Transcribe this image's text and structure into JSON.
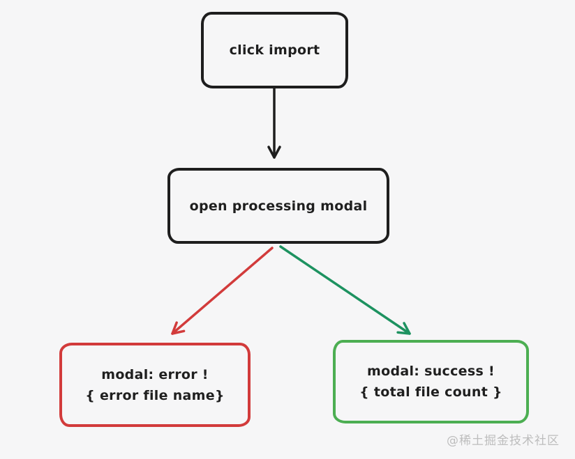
{
  "canvas": {
    "background": "#f6f6f7",
    "ink": "#1e1e1e"
  },
  "watermark": {
    "text": "@稀土掘金技术社区",
    "color": "#bdbdbd"
  },
  "nodes": [
    {
      "id": "click-import",
      "label": "click import",
      "border_color": "#1e1e1e"
    },
    {
      "id": "open-processing-modal",
      "label": "open processing modal",
      "border_color": "#1e1e1e"
    },
    {
      "id": "modal-error",
      "lines": [
        "modal: error !",
        "{ error file name}"
      ],
      "border_color": "#d23b3b"
    },
    {
      "id": "modal-success",
      "lines": [
        "modal: success !",
        "{ total file count }"
      ],
      "border_color": "#4cae52"
    }
  ],
  "edges": [
    {
      "from": "click-import",
      "to": "open-processing-modal",
      "color": "#1e1e1e"
    },
    {
      "from": "open-processing-modal",
      "to": "modal-error",
      "color": "#d23b3b"
    },
    {
      "from": "open-processing-modal",
      "to": "modal-success",
      "color": "#1d9260"
    }
  ]
}
